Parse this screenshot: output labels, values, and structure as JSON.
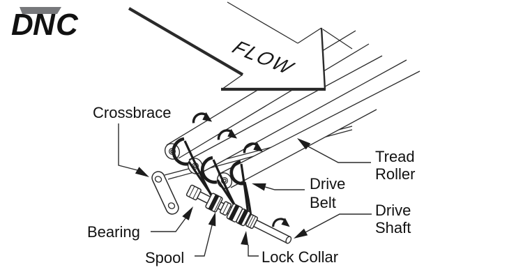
{
  "logo": {
    "letter_d": "D",
    "letter_n": "N",
    "letter_c": "C",
    "green": "#8CC21E",
    "gray": "#77787B"
  },
  "flow_label": "FLOW",
  "labels": {
    "crossbrace": "Crossbrace",
    "bearing": "Bearing",
    "spool": "Spool",
    "lock_collar": "Lock Collar",
    "drive_belt_line1": "Drive",
    "drive_belt_line2": "Belt",
    "tread_roller_line1": "Tread",
    "tread_roller_line2": "Roller",
    "drive_shaft_line1": "Drive",
    "drive_shaft_line2": "Shaft"
  },
  "colors": {
    "line": "#2a2a2a",
    "text": "#111111",
    "background": "#ffffff"
  }
}
